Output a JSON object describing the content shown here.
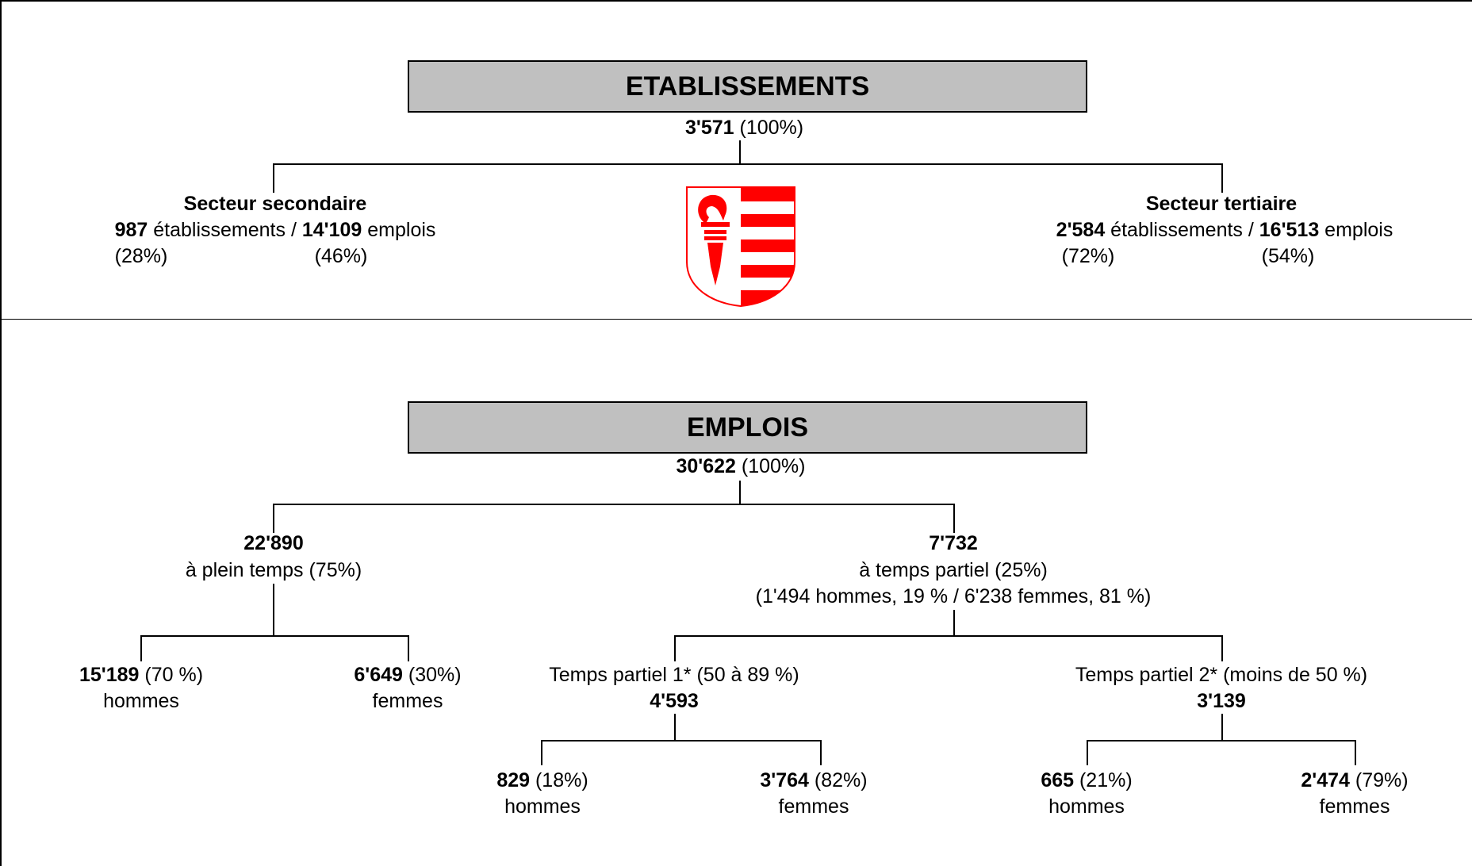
{
  "etablissements": {
    "title": "ETABLISSEMENTS",
    "total": "3'571",
    "total_pct": " (100%)",
    "secondaire": {
      "label": "Secteur secondaire",
      "etab": "987",
      "etab_label": " établissements / ",
      "emplois": "14'109",
      "emplois_label": " emplois",
      "etab_pct": "(28%)",
      "emplois_pct": "(46%)"
    },
    "tertiaire": {
      "label": "Secteur tertiaire",
      "etab": "2'584",
      "etab_label": " établissements / ",
      "emplois": "16'513",
      "emplois_label": " emplois",
      "etab_pct": "(72%)",
      "emplois_pct": "(54%)"
    }
  },
  "emplois": {
    "title": "EMPLOIS",
    "total": "30'622",
    "total_pct": " (100%)",
    "plein": {
      "value": "22'890",
      "label": "à plein temps (75%)",
      "hommes": {
        "value": "15'189",
        "pct": " (70 %)",
        "label": "hommes"
      },
      "femmes": {
        "value": "6'649",
        "pct": " (30%)",
        "label": "femmes"
      }
    },
    "partiel": {
      "value": "7'732",
      "label": "à temps partiel (25%)",
      "detail": "(1'494 hommes, 19 % /  6'238 femmes, 81 %)",
      "tp1": {
        "label": "Temps partiel 1* (50 à 89 %)",
        "value": "4'593",
        "hommes": {
          "value": "829",
          "pct": " (18%)",
          "label": "hommes"
        },
        "femmes": {
          "value": "3'764",
          "pct": " (82%)",
          "label": "femmes"
        }
      },
      "tp2": {
        "label": "Temps partiel 2* (moins de 50 %)",
        "value": "3'139",
        "hommes": {
          "value": "665",
          "pct": " (21%)",
          "label": "hommes"
        },
        "femmes": {
          "value": "2'474",
          "pct": " (79%)",
          "label": "femmes"
        }
      }
    }
  },
  "crest": {
    "red": "#ff0000",
    "white": "#ffffff"
  }
}
